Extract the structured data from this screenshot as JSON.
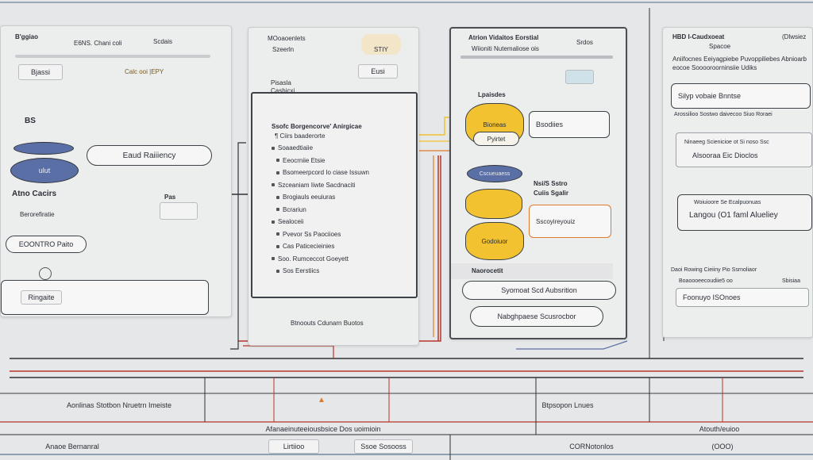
{
  "panel1": {
    "title": "B'ggiao",
    "header": "E6NS. Chani coli",
    "badge": "Scdais",
    "tab": "Bjassi",
    "link": "Calc ooi |EPY",
    "marker": "BS",
    "flow_box": "Eaud Raiiiency",
    "pill": "ulut",
    "arrow_label": "Atno Cacirs",
    "arrow_value": "Pas",
    "sub_label": "Berorefiratie",
    "out_box": "EOONTRO Paito",
    "bottom_field": "Ringaite"
  },
  "panel2": {
    "title": "MOoaoenlets",
    "field": "Szeerln",
    "badge": "STIY",
    "badge2": "Eusi",
    "sub1": "Pisasla",
    "sub2": "Cashicxi",
    "inner_title": "Ssofc Borgencorve' Anirgicae",
    "inner_sub": "¶ Ciirs baaderorte",
    "rows": [
      "Soaaedtiaiie",
      "Eeocrniie Etsie",
      "Bsomeerpcord Io ciase Issuwn",
      "Szceaniam Iiwte Sacdnaciti",
      "Brogiauls eeuiuras",
      "Bcrariun",
      "Sealoceii",
      "Pvevor Ss Paociioes",
      "Cas Paticecieinies",
      "Soo. Rumceccot Goeyett",
      "Sos Eerstiics"
    ],
    "footer": "Btnoouts Cdunarn Buotos"
  },
  "panel3": {
    "title": "Atrion Vidaitos Eorstial",
    "subtitle": "Wiioniti Nutemaliose ois",
    "badge": "Srdos",
    "db_label": "Lpaisdes",
    "db_text": "Bioneas",
    "db_sub": "Pyirtet",
    "callout": "Bsodiies",
    "ellipse": "Cscueuaess",
    "node_title": "Nsi/S Sstro",
    "node_sub": "Cuiis Sgalir",
    "db2": "Godoiuor",
    "callout2": "Sscoyireyouiz",
    "heading": "Naorocetit",
    "pill1": "Syomoat Scd Aubsrition",
    "pill2": "Nabghpaese Scusrocbor"
  },
  "panel4": {
    "title": "HBD I-Caudxoeat",
    "badge": "(Dlwsiez",
    "tag": "Spacoe",
    "desc": "Aniifocnes Eeiyagpiebe Puvoppiliebes Abnioarb eocoe Sooooroorninsiie Udiks",
    "field1": "Silyp vobaie Bnntse",
    "row_a": "Arossilioo Sostwo daivecoo Siuo Roraei",
    "row_b_title": "Ninaeeg Scienicioe ot Si noso Ssc",
    "row_b_text": "Alsooraa Eic Dioclos",
    "row_c_title": "Woiuioore Se Ecalpuonuas",
    "row_c_text": "Langou (O1 faml Alueliey",
    "row_d_title": "Daoi Rowing Cieiiny Pio  Ssrnoliaor",
    "row_d_list": "Boaoooeecoudiie5 oo",
    "row_d_badge": "Sbisiaa",
    "row_d_field": "Foonuyo ISOnoes"
  },
  "table": {
    "row1": [
      "Aonlinas Stotbon Nruetrn Imeiste",
      "",
      "",
      "Btpsopon Lnues",
      "",
      ""
    ],
    "row2_header": "Afanaeinuteeiousbsice Dos uoimioin",
    "row2_right": "Atouth/euioo",
    "row3": [
      "Anaoe Bernanral",
      "Lirtiioo",
      "Ssoe Sosooss",
      "CORNotonlos",
      "(OOO)"
    ]
  },
  "colors": {
    "accent_yellow": "#f2c230",
    "accent_orange": "#e07a2a",
    "accent_red": "#b8352a",
    "accent_blue": "#5a6fa5",
    "outline_dark": "#3d4148"
  }
}
